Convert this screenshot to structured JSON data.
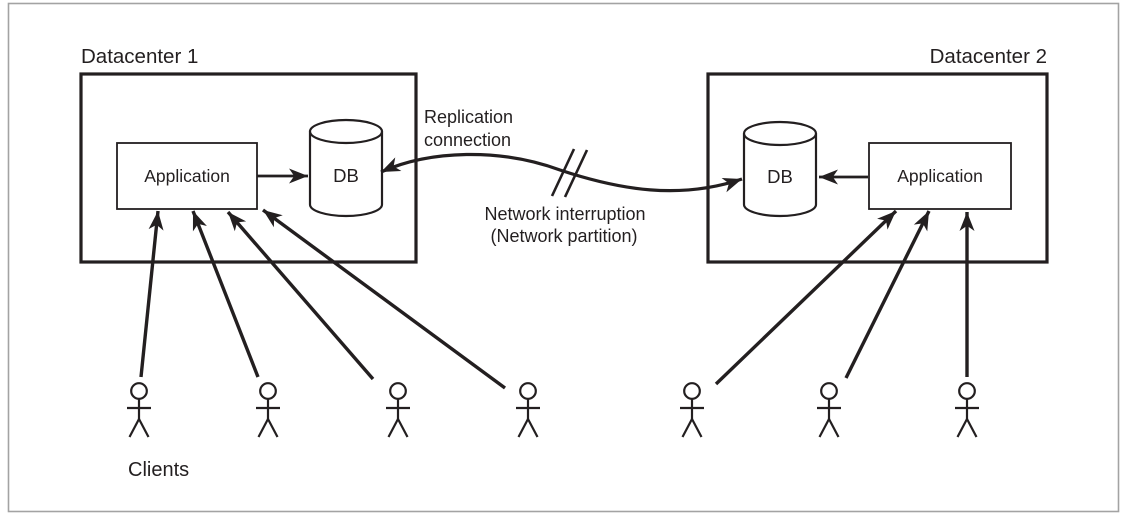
{
  "figure": {
    "type": "architecture-diagram",
    "description": "Two datacenters with application and database servers, replication link broken by a network partition, clients connecting to each application"
  },
  "colors": {
    "ink": "#231f20",
    "frame_border": "#a3a3a3",
    "box_fill": "#ffffff",
    "background": "#ffffff"
  },
  "datacenter1": {
    "title": "Datacenter 1",
    "application_label": "Application",
    "db_label": "DB"
  },
  "datacenter2": {
    "title": "Datacenter 2",
    "application_label": "Application",
    "db_label": "DB"
  },
  "replication": {
    "label_line1": "Replication",
    "label_line2": "connection",
    "interruption_line1": "Network interruption",
    "interruption_line2": "(Network partition)"
  },
  "clients": {
    "label": "Clients",
    "left_datacenter_count": 4,
    "right_datacenter_count": 3
  },
  "icons": {
    "database": "cylinder",
    "client": "stick-figure",
    "network_break": "double-slash",
    "replication_link": "double-headed-curved-arrow"
  }
}
